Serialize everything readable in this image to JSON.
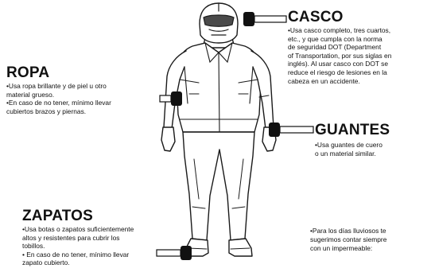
{
  "casco": {
    "title": "CASCO",
    "lines": [
      "•Usa casco completo, tres cuartos,",
      "etc., y que cumpla con la norma",
      "de seguridad DOT (Department",
      "of Transportation, por sus siglas en",
      "inglés). Al usar casco con DOT se",
      "reduce el riesgo de lesiones en la",
      "cabeza en un accidente."
    ]
  },
  "ropa": {
    "title": "ROPA",
    "lines": [
      "•Usa ropa brillante y de piel u otro",
      "material grueso.",
      "•En caso de no tener, mínimo llevar",
      "cubiertos brazos y piernas."
    ]
  },
  "guantes": {
    "title": "GUANTES",
    "lines": [
      "•Usa guantes de cuero",
      "o un material similar."
    ]
  },
  "zapatos": {
    "title": "ZAPATOS",
    "lines": [
      "•Usa botas o zapatos suficientemente",
      "altos y resistentes para cubrir los",
      "tobillos.",
      "• En caso de no tener, mínimo llevar",
      "zapato cubierto."
    ]
  },
  "lluvia": {
    "lines": [
      "•Para los días lluviosos te",
      "sugerimos contar siempre",
      "con un impermeable:"
    ]
  }
}
